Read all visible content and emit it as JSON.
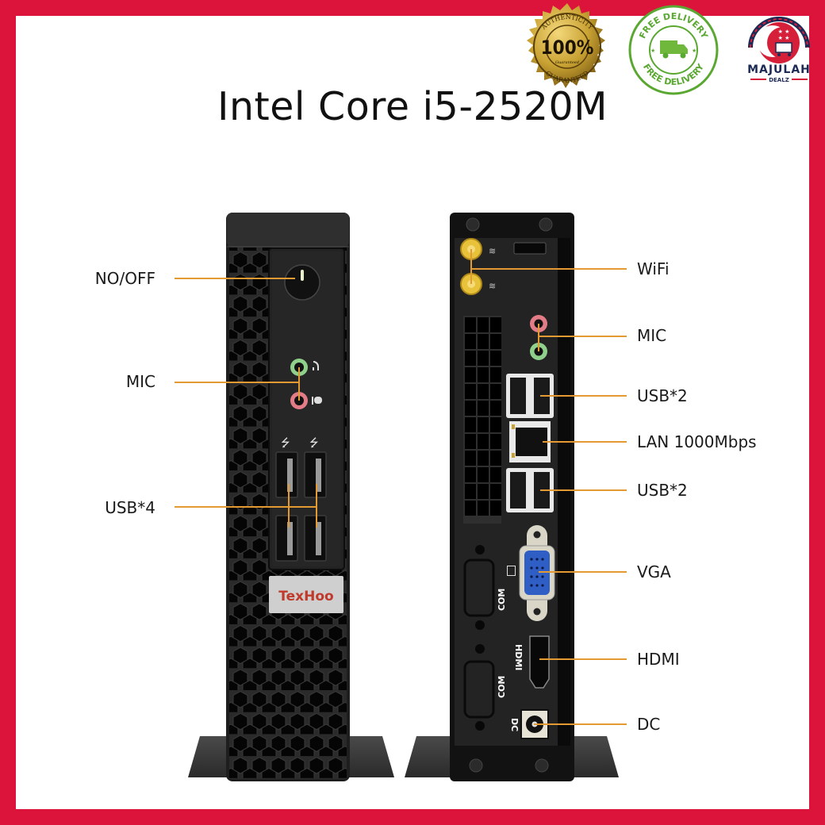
{
  "frame": {
    "border_color": "#dc143c",
    "background": "#ffffff"
  },
  "title": "Intel Core i5-2520M",
  "badges": {
    "authenticity": {
      "top_text": "AUTHENTICITY",
      "center_text": "100%",
      "small_text": "Guaranteed",
      "bottom_text": "GUARANTEED",
      "color": "#c9a233"
    },
    "free_delivery": {
      "top_text": "FREE DELIVERY",
      "bottom_text": "FREE DELIVERY",
      "color": "#5aa832"
    },
    "store_logo": {
      "name": "MAJULAH",
      "sub": "DEALZ",
      "accent": "#d6203a",
      "navy": "#1c2a55"
    }
  },
  "front_unit": {
    "brand": "TexHoo",
    "labels": [
      {
        "id": "power",
        "text": "NO/OFF"
      },
      {
        "id": "mic",
        "text": "MIC"
      },
      {
        "id": "usb",
        "text": "USB*4"
      }
    ]
  },
  "rear_unit": {
    "port_text": {
      "com1": "COM",
      "com2": "COM",
      "hdmi": "HDMI",
      "dc": "DC"
    },
    "labels": [
      {
        "id": "wifi",
        "text": "WiFi"
      },
      {
        "id": "mic",
        "text": "MIC"
      },
      {
        "id": "usb_top",
        "text": "USB*2"
      },
      {
        "id": "lan",
        "text": "LAN 1000Mbps"
      },
      {
        "id": "usb_bottom",
        "text": "USB*2"
      },
      {
        "id": "vga",
        "text": "VGA"
      },
      {
        "id": "hdmi",
        "text": "HDMI"
      },
      {
        "id": "dc",
        "text": "DC"
      }
    ]
  },
  "colors": {
    "leader_line": "#e39a33",
    "case": "#1e1e1e",
    "label_text": "#1a1a1a"
  }
}
